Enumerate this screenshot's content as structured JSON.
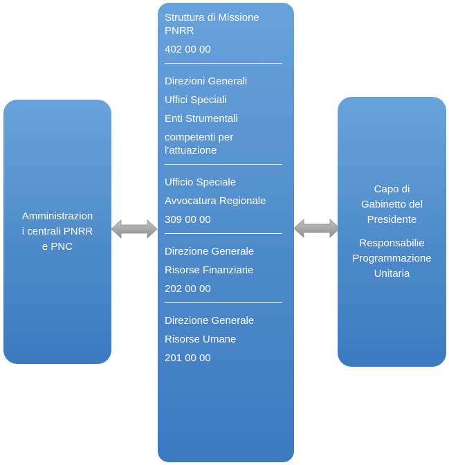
{
  "diagram": {
    "left_node": {
      "lines": [
        "Amministrazion",
        "i centrali PNRR",
        "e PNC"
      ]
    },
    "center_node": {
      "sections": [
        {
          "lines": [
            "Struttura di Missione PNRR",
            "402 00 00"
          ]
        },
        {
          "lines": [
            "Direzioni Generali",
            "Uffici Speciali",
            "Enti Strumentali",
            "competenti per l'attuazione"
          ]
        },
        {
          "lines": [
            "Ufficio Speciale",
            "Avvocatura Regionale",
            "309 00 00"
          ]
        },
        {
          "lines": [
            "Direzione Generale",
            "Risorse Finanziarie",
            "202 00 00"
          ]
        },
        {
          "lines": [
            "Direzione Generale",
            "Risorse Umane",
            "201 00 00"
          ]
        }
      ]
    },
    "right_node": {
      "paragraphs": [
        {
          "lines": [
            "Capo di",
            "Gabinetto del",
            "Presidente"
          ]
        },
        {
          "lines": [
            "Responsabilie",
            "Programmazione",
            "Unitaria"
          ]
        }
      ]
    },
    "colors": {
      "node_fill_top": "#69a3dc",
      "node_fill_bottom": "#3d79bf",
      "node_text": "#ffffff",
      "arrow_fill_top": "#bdbdbd",
      "arrow_fill_bottom": "#949494",
      "background": "#ffffff"
    },
    "connectors": [
      {
        "name": "left-double-arrow"
      },
      {
        "name": "right-double-arrow"
      }
    ]
  }
}
